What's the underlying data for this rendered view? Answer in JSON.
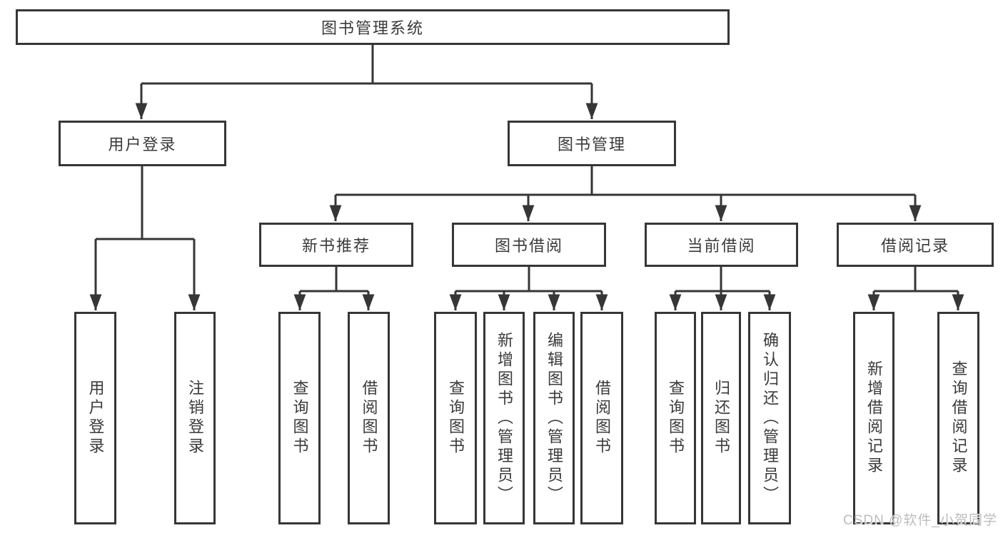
{
  "colors": {
    "background": "#ffffff",
    "box_border": "#363636",
    "line": "#363636",
    "text": "#3a3a3a",
    "watermark": "#bdbdbd"
  },
  "diagram": {
    "root": {
      "label": "图书管理系统"
    },
    "level2": {
      "user_login": {
        "label": "用户登录"
      },
      "book_mgmt": {
        "label": "图书管理"
      }
    },
    "level3": {
      "new_books": {
        "label": "新书推荐"
      },
      "book_borrow": {
        "label": "图书借阅"
      },
      "current_borrow": {
        "label": "当前借阅"
      },
      "borrow_records": {
        "label": "借阅记录"
      }
    },
    "leaves": {
      "user_login": [
        "用户登录",
        "注销登录"
      ],
      "new_books": [
        "查询图书",
        "借阅图书"
      ],
      "book_borrow": [
        "查询图书",
        "新增图书（管理员）",
        "编辑图书（管理员）",
        "借阅图书"
      ],
      "current_borrow": [
        "查询图书",
        "归还图书",
        "确认归还（管理员）"
      ],
      "borrow_records": [
        "新增借阅记录",
        "查询借阅记录"
      ]
    }
  },
  "watermark": {
    "text": "CSDN @软件_小贺同学"
  }
}
